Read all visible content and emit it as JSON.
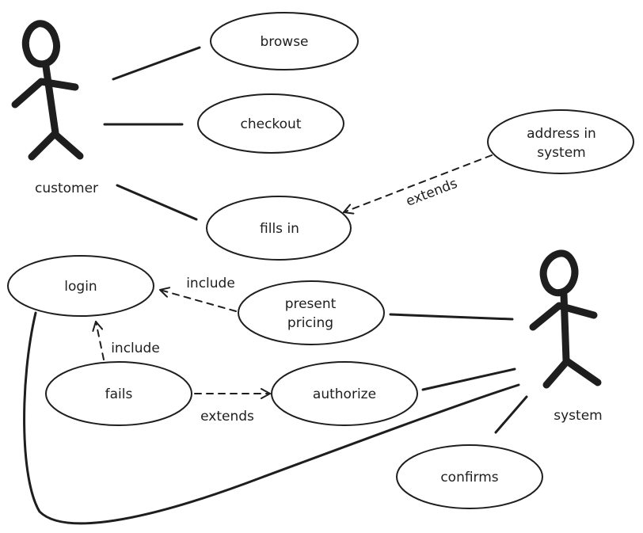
{
  "actors": {
    "customer": "customer",
    "system": "system"
  },
  "use_cases": {
    "browse": "browse",
    "checkout": "checkout",
    "address_in_system": [
      "address in",
      "system"
    ],
    "fills_in": "fills in",
    "login": "login",
    "present_pricing": [
      "present",
      "pricing"
    ],
    "fails": "fails",
    "authorize": "authorize",
    "confirms": "confirms"
  },
  "relations": {
    "address_extends": "extends",
    "pricing_include": "include",
    "fails_include": "include",
    "fails_extends": "extends"
  }
}
